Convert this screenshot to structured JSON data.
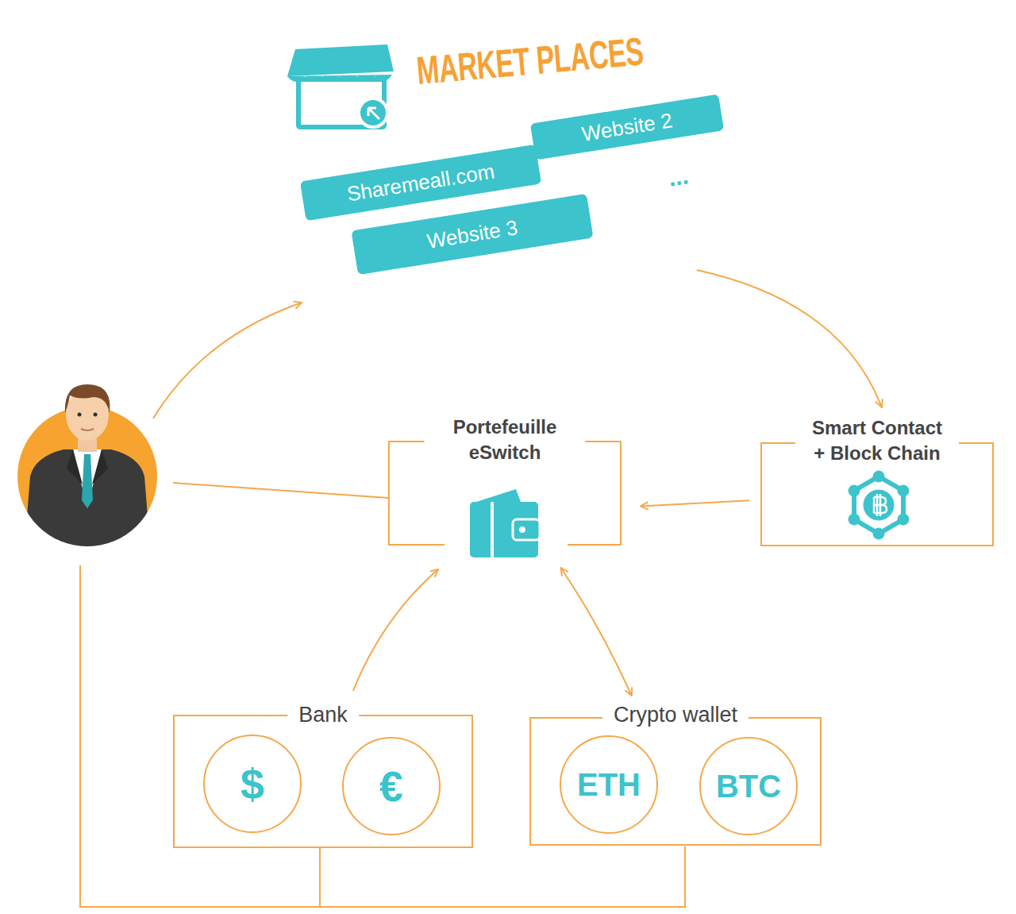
{
  "diagram": {
    "nodes": [
      {
        "text": [
          "MARKET PLACES"
        ]
      },
      {
        "text": [
          "Sharemeall.com"
        ],
        "in": 0
      },
      {
        "text": [
          "Website 2"
        ],
        "in": 0
      },
      {
        "text": [
          "Website 3"
        ],
        "in": 0
      },
      {
        "text": [
          "Portefeuille eSwitch"
        ]
      },
      {
        "text": [
          "Smart Contact + Block Chain"
        ]
      },
      {
        "text": [
          "Bank"
        ]
      },
      {
        "text": [
          "$"
        ],
        "in": 6
      },
      {
        "text": [
          "€"
        ],
        "in": 6
      },
      {
        "text": [
          "Crypto wallet"
        ]
      },
      {
        "text": [
          "ETH"
        ],
        "in": 9
      },
      {
        "text": [
          "BTC"
        ],
        "in": 9
      }
    ],
    "edges": [
      {
        "from": 0,
        "to": 5,
        "arrow": "to"
      },
      {
        "from": 5,
        "to": 4,
        "arrow": "to"
      },
      {
        "from": 6,
        "to": 4,
        "arrow": "to"
      },
      {
        "from": 4,
        "to": 9,
        "arrow": "both"
      }
    ],
    "labels": [
      "..."
    ]
  }
}
